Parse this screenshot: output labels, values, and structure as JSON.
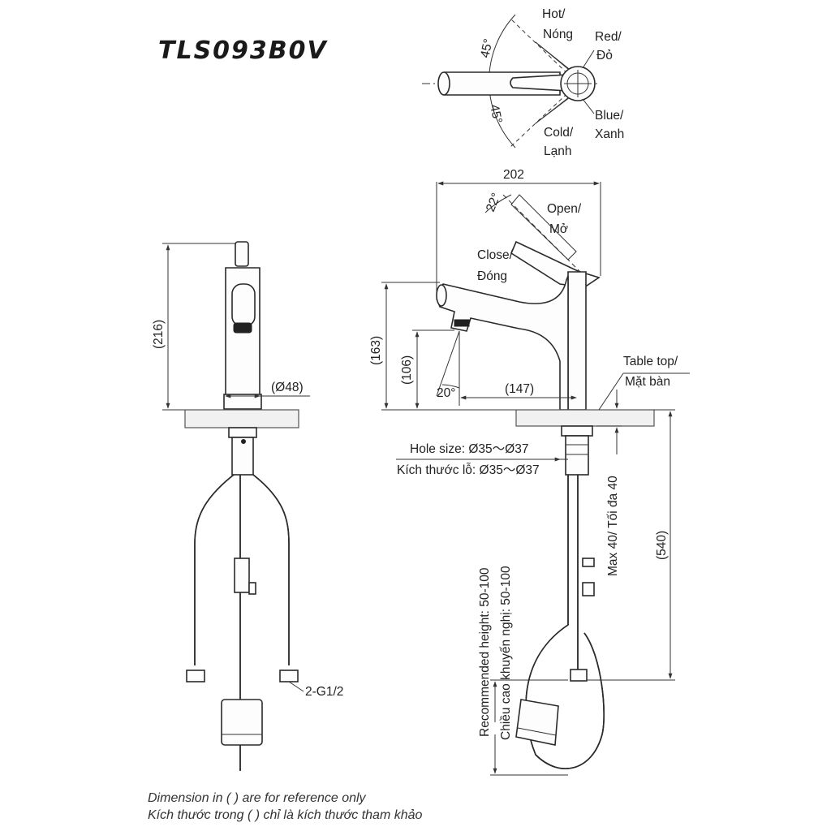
{
  "title": "TLS093B0V",
  "top_view": {
    "hot_line1": "Hot/",
    "hot_line2": "Nóng",
    "red_line1": "Red/",
    "red_line2": "Đỏ",
    "blue_line1": "Blue/",
    "blue_line2": "Xanh",
    "cold_line1": "Cold/",
    "cold_line2": "Lạnh",
    "angle_upper": "45°",
    "angle_lower": "45°"
  },
  "front_view": {
    "height": "(216)",
    "diameter": "(Ø48)",
    "connector": "2-G1/2"
  },
  "side_view": {
    "width": "202",
    "lever_angle": "22°",
    "open_line1": "Open/",
    "open_line2": "Mở",
    "close_line1": "Close/",
    "close_line2": "Đóng",
    "height_total": "(163)",
    "height_spout": "(106)",
    "spout_angle": "20°",
    "reach": "(147)",
    "table_top_line1": "Table top/",
    "table_top_line2": "Mặt bàn",
    "hole_size_en": "Hole size: Ø35～Ø37",
    "hole_size_vi": "Kích thước lỗ: Ø35～Ø37",
    "max_thickness": "Max 40/ Tối đa 40",
    "hose_length": "(540)",
    "recommended_en": "Recommended height: 50-100",
    "recommended_vi": "Chiều cao khuyến nghị: 50-100"
  },
  "footnote": {
    "line1": "Dimension in ( ) are for reference only",
    "line2": "Kích thước trong ( ) chỉ là kích thước tham khảo"
  }
}
